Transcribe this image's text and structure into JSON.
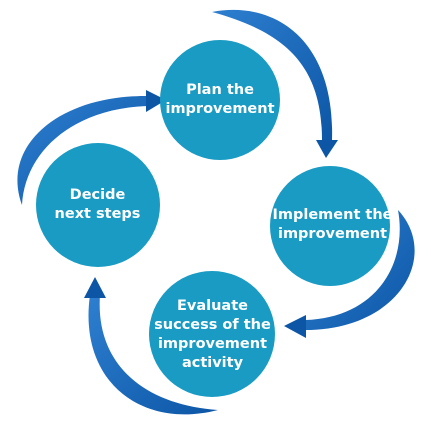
{
  "diagram": {
    "colors": {
      "circle": "#1a9bc3",
      "arrow_dark": "#0d56a6",
      "arrow_light": "#2e7fd0"
    },
    "steps": [
      {
        "id": "plan",
        "label": "Plan the\nimprovement"
      },
      {
        "id": "implement",
        "label": "Implement the\nimprovement"
      },
      {
        "id": "evaluate",
        "label": "Evaluate\nsuccess of the\nimprovement\nactivity"
      },
      {
        "id": "decide",
        "label": "Decide\nnext steps"
      }
    ]
  }
}
